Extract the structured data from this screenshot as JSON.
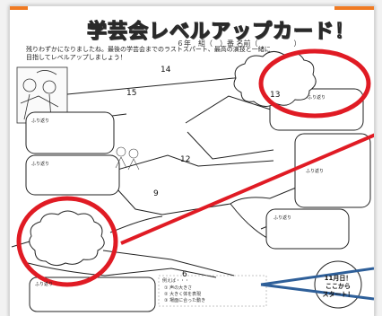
{
  "document": {
    "title": "学芸会レベルアップカード！",
    "fields_line": "６年　組（　）番 名前（　　　　　）",
    "intro_line1": "残りわずかになりましたね。最後の学芸会までのラストスパート、最高の演技と一緒に",
    "intro_line2": "目指してレベルアップしましょう！",
    "reflection_label": "ふり返り",
    "numbers": [
      "14",
      "15",
      "13",
      "12",
      "9",
      "6"
    ],
    "example_heading": "例えば・・・",
    "examples": [
      "① 声の大きさ",
      "② 大きく体を表現",
      "③ 場面に合った動き"
    ],
    "start_line1": "11月日！",
    "start_line2": "ここから",
    "start_line3": "スタート！"
  },
  "colors": {
    "annotation_red": "#e01b24",
    "annotation_blue": "#2e5f99",
    "accent_orange": "#f07a22"
  }
}
